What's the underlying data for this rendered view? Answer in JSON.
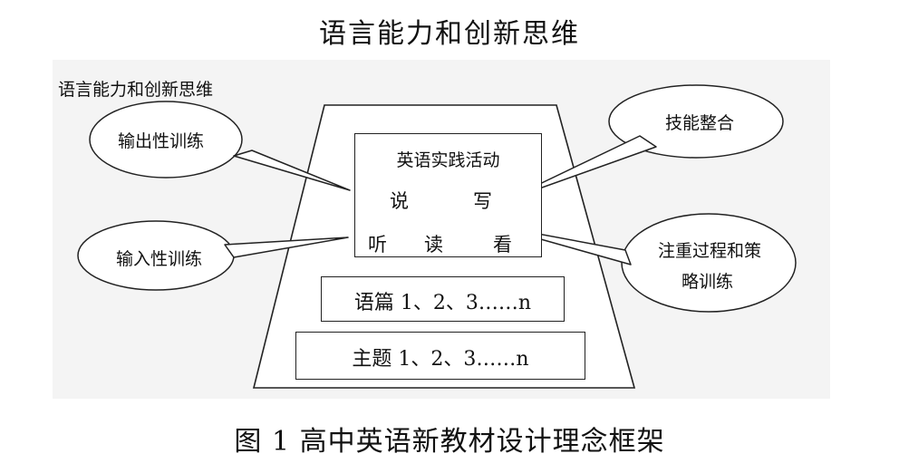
{
  "title": "语言能力和创新思维",
  "caption": "图 1  高中英语新教材设计理念框架",
  "diagram": {
    "corner_label": "语言能力和创新思维",
    "practice_box": {
      "title": "英语实践活动",
      "speak": "说",
      "write": "写",
      "listen": "听",
      "read": "读",
      "view": "看"
    },
    "discourse_box": "语篇 1、2、3……n",
    "theme_box": "主题 1、2、3……n",
    "bubbles": {
      "output_training": "输出性训练",
      "input_training": "输入性训练",
      "skill_integration": "技能整合",
      "process_strategy_line1": "注重过程和策",
      "process_strategy_line2": "略训练"
    }
  },
  "colors": {
    "stroke": "#222222",
    "background": "#f4f4f4"
  }
}
